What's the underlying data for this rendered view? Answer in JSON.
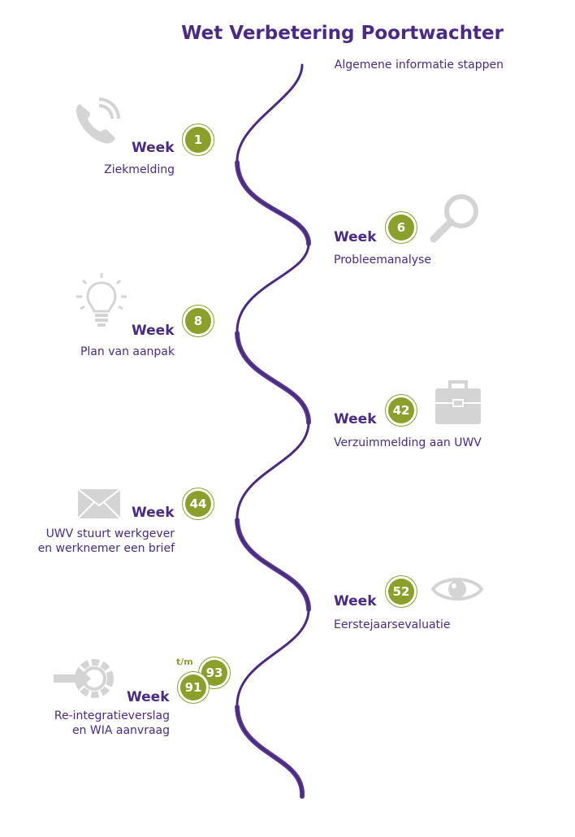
{
  "header": {
    "title": "Wet Verbetering Poortwachter",
    "subtitle": "Algemene informatie stappen"
  },
  "steps": [
    {
      "week_label": "Week",
      "number": "1",
      "description": [
        "Ziekmelding"
      ],
      "icon": "phone-icon"
    },
    {
      "week_label": "Week",
      "number": "6",
      "description": [
        "Probleemanalyse"
      ],
      "icon": "magnifier-icon"
    },
    {
      "week_label": "Week",
      "number": "8",
      "description": [
        "Plan van aanpak"
      ],
      "icon": "lightbulb-icon"
    },
    {
      "week_label": "Week",
      "number": "42",
      "description": [
        "Verzuimmelding aan UWV"
      ],
      "icon": "briefcase-icon"
    },
    {
      "week_label": "Week",
      "number": "44",
      "description": [
        "UWV stuurt werkgever",
        "en werknemer een brief"
      ],
      "icon": "envelope-icon"
    },
    {
      "week_label": "Week",
      "number": "52",
      "description": [
        "Eerstejaarsevaluatie"
      ],
      "icon": "eye-icon"
    },
    {
      "week_label": "Week",
      "number": "91",
      "number_end": "93",
      "range_label": "t/m",
      "description": [
        "Re-integratieverslag",
        "en WIA aanvraag"
      ],
      "icon": "gear-arrow-icon"
    }
  ],
  "colors": {
    "purple": "#4a2a84",
    "green": "#8aa02b",
    "icon_gray": "#d4d4d4"
  }
}
